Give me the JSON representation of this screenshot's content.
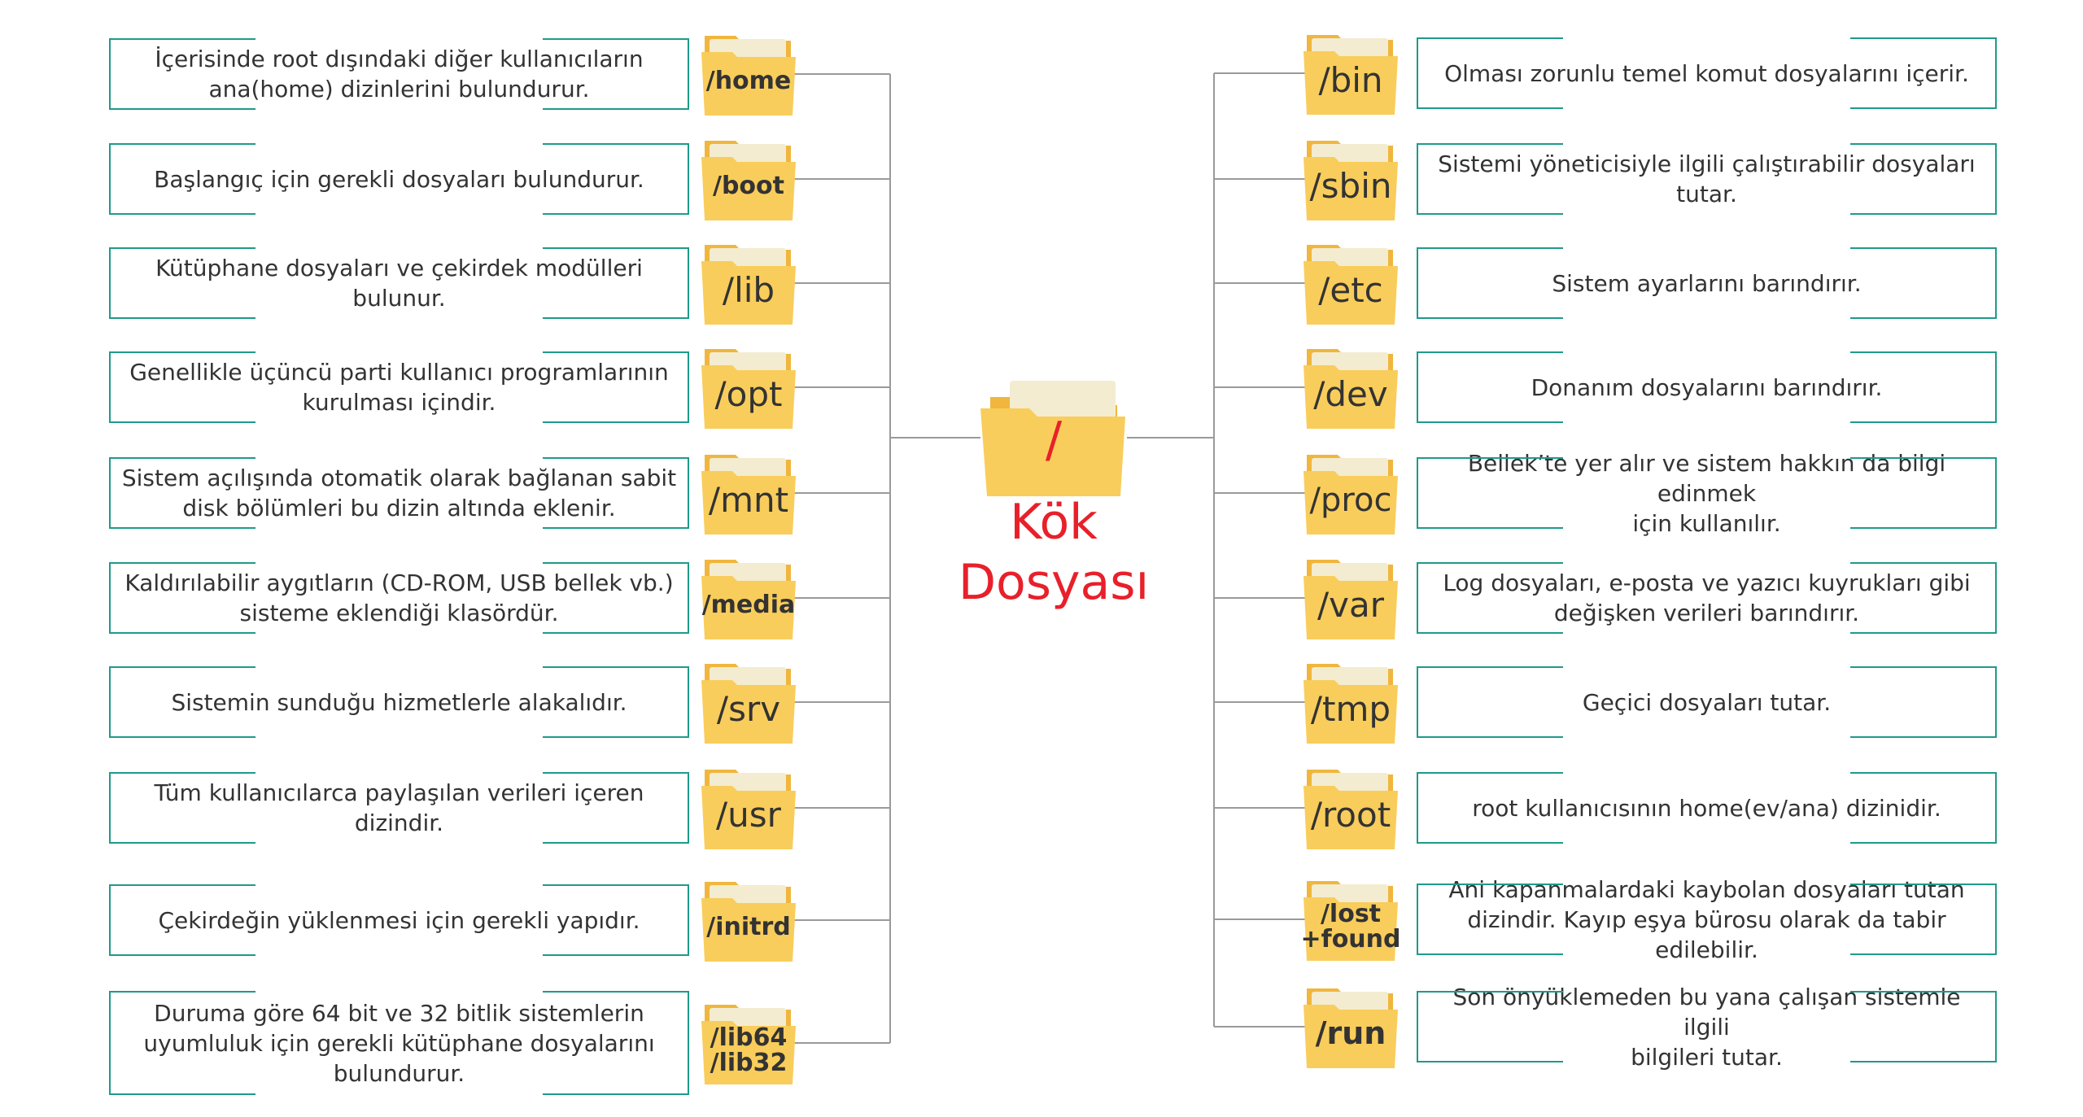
{
  "root": {
    "slash": "/",
    "title_line1": "Kök",
    "title_line2": "Dosyası"
  },
  "left": [
    {
      "folder": [
        "/home"
      ],
      "desc": [
        "İçerisinde root dışındaki diğer kullanıcıların",
        "ana(home) dizinlerini bulundurur."
      ]
    },
    {
      "folder": [
        "/boot"
      ],
      "desc": [
        "Başlangıç için gerekli dosyaları bulundurur."
      ]
    },
    {
      "folder": [
        "/lib"
      ],
      "desc": [
        "Kütüphane dosyaları ve çekirdek modülleri bulunur."
      ]
    },
    {
      "folder": [
        "/opt"
      ],
      "desc": [
        "Genellikle üçüncü parti kullanıcı programlarının",
        "kurulması içindir."
      ]
    },
    {
      "folder": [
        "/mnt"
      ],
      "desc": [
        "Sistem açılışında otomatik olarak bağlanan sabit",
        "disk bölümleri bu dizin altında eklenir."
      ]
    },
    {
      "folder": [
        "/media"
      ],
      "desc": [
        "Kaldırılabilir aygıtların (CD-ROM, USB bellek vb.)",
        "sisteme eklendiği klasördür."
      ]
    },
    {
      "folder": [
        "/srv"
      ],
      "desc": [
        "Sistemin sunduğu hizmetlerle alakalıdır."
      ]
    },
    {
      "folder": [
        "/usr"
      ],
      "desc": [
        "Tüm kullanıcılarca paylaşılan verileri içeren dizindir."
      ]
    },
    {
      "folder": [
        "/initrd"
      ],
      "desc": [
        "Çekirdeğin yüklenmesi için gerekli yapıdır."
      ]
    },
    {
      "folder": [
        "/lib64",
        "/lib32"
      ],
      "desc": [
        "Duruma göre 64 bit ve 32 bitlik sistemlerin",
        "uyumluluk için gerekli kütüphane dosyalarını",
        "bulundurur."
      ]
    }
  ],
  "right": [
    {
      "folder": [
        "/bin"
      ],
      "desc": [
        "Olması zorunlu temel komut dosyalarını içerir."
      ]
    },
    {
      "folder": [
        "/sbin"
      ],
      "desc": [
        "Sistemi yöneticisiyle ilgili çalıştırabilir dosyaları",
        "tutar."
      ]
    },
    {
      "folder": [
        "/etc"
      ],
      "desc": [
        "Sistem ayarlarını barındırır."
      ]
    },
    {
      "folder": [
        "/dev"
      ],
      "desc": [
        "Donanım dosyalarını barındırır."
      ]
    },
    {
      "folder": [
        "/proc"
      ],
      "desc": [
        "Bellek’te yer alır ve sistem hakkın da bilgi edinmek",
        "için kullanılır."
      ]
    },
    {
      "folder": [
        "/var"
      ],
      "desc": [
        "Log dosyaları, e-posta ve yazıcı kuyrukları gibi",
        "değişken verileri barındırır."
      ]
    },
    {
      "folder": [
        "/tmp"
      ],
      "desc": [
        "Geçici dosyaları tutar."
      ]
    },
    {
      "folder": [
        "/root"
      ],
      "desc": [
        "root kullanıcısının home(ev/ana) dizinidir."
      ]
    },
    {
      "folder": [
        "/lost",
        "+found"
      ],
      "desc": [
        "Ani kapanmalardaki kaybolan dosyaları tutan",
        "dizindir. Kayıp eşya bürosu olarak da tabir edilebilir."
      ]
    },
    {
      "folder": [
        "/run"
      ],
      "desc": [
        "Son önyüklemeden bu yana çalışan sistemle ilgili",
        "bilgileri tutar."
      ]
    }
  ],
  "colors": {
    "accent_border": "#1f9a8a",
    "title_red": "#e8202a",
    "folder_front": "#f9cd5b",
    "folder_back": "#f0b63d",
    "folder_paper": "#f3ecd0",
    "connector": "#9a9a9a",
    "text": "#333333"
  },
  "icons": {
    "folder": "folder-icon"
  }
}
